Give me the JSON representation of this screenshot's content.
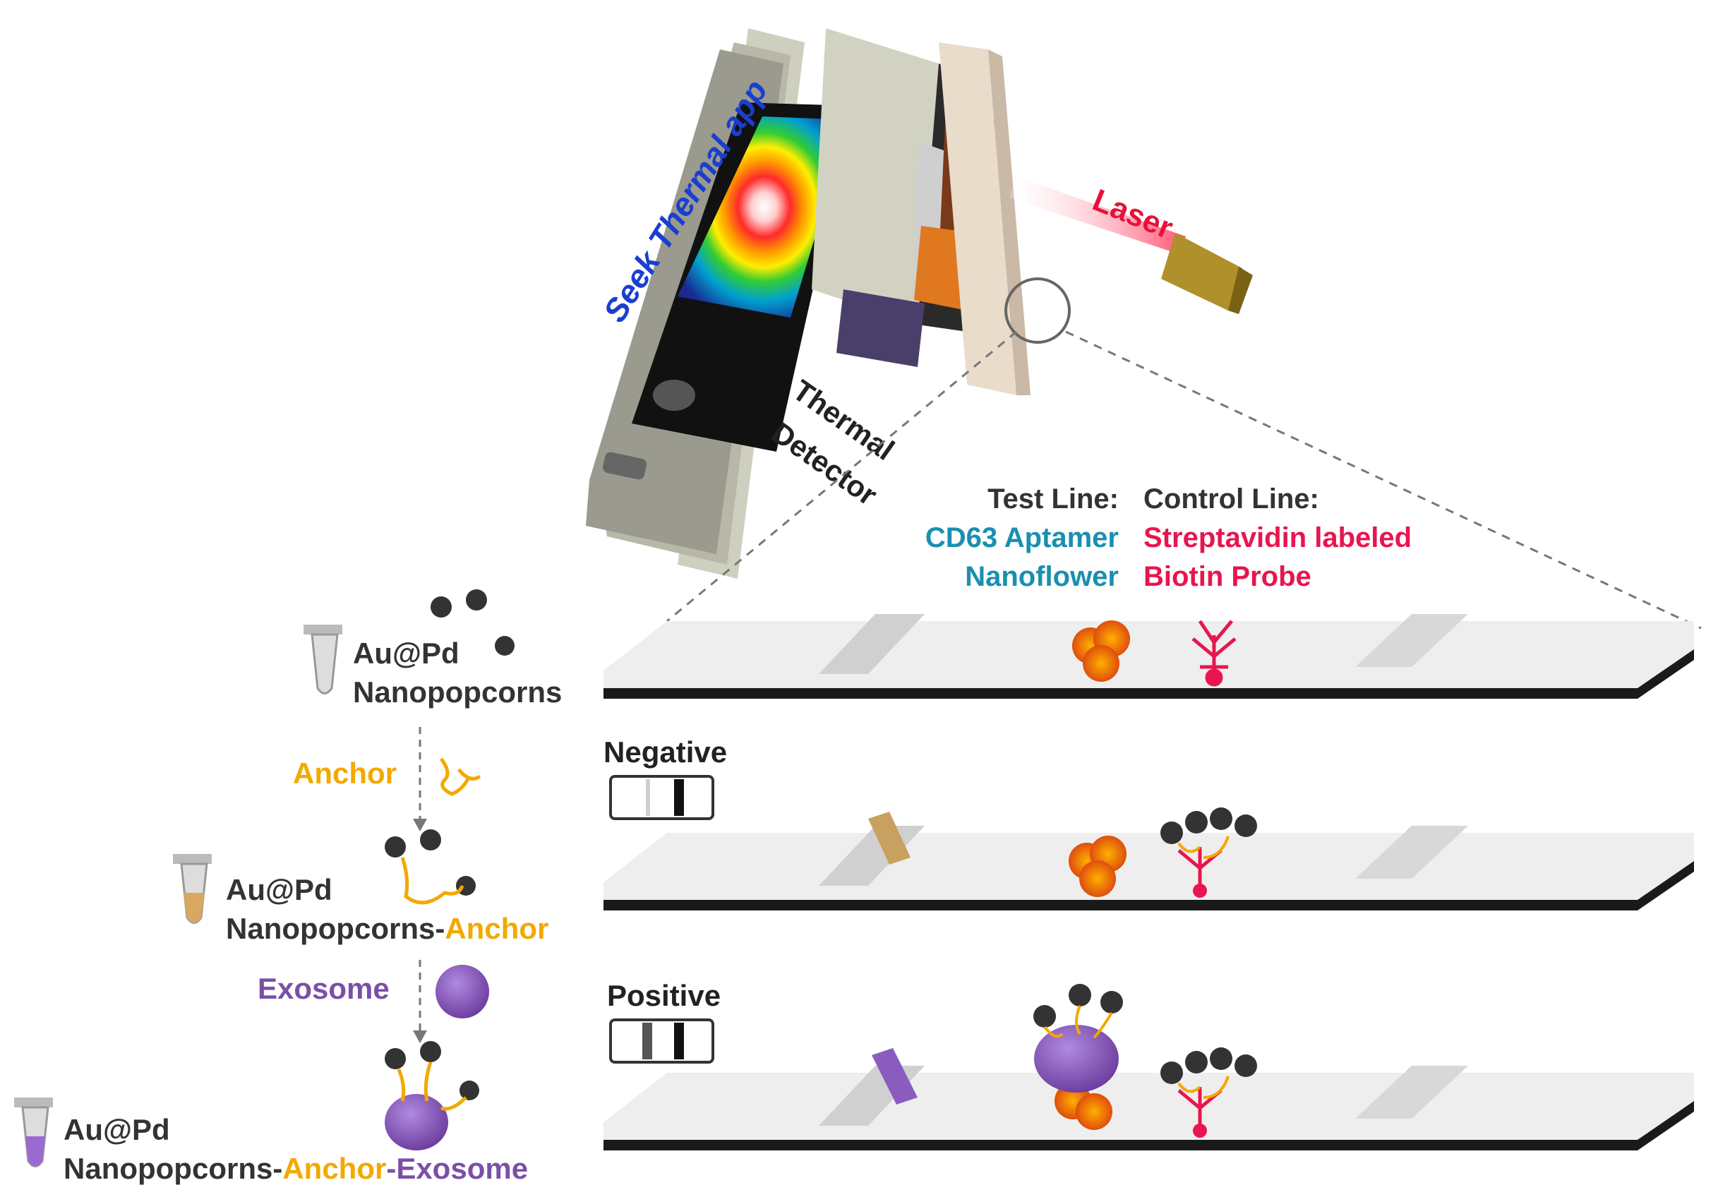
{
  "device": {
    "app_label": "Seek Thermal app",
    "detector_label_line1": "Thermal",
    "detector_label_line2": "Detector",
    "laser_label": "Laser"
  },
  "strip_labels": {
    "test_line_title": "Test Line:",
    "test_line_l1": "CD63 Aptamer",
    "test_line_l2": "Nanoflower",
    "control_line_title": "Control Line:",
    "control_line_l1": "Streptavidin labeled",
    "control_line_l2": "Biotin Probe"
  },
  "results": {
    "negative": "Negative",
    "positive": "Positive"
  },
  "steps": {
    "s1_l1": "Au@Pd",
    "s1_l2": "Nanopopcorns",
    "anchor": "Anchor",
    "s2_l1": "Au@Pd",
    "s2_l2a": "Nanopopcorns-",
    "s2_l2b": "Anchor",
    "exosome": "Exosome",
    "s3_l1": "Au@Pd",
    "s3_l2a": "Nanopopcorns-",
    "s3_l2b": "Anchor",
    "s3_l2c": "-Exosome"
  },
  "colors": {
    "anchor": "#f2a900",
    "exosome": "#7b4fa8",
    "test_line": "#1a8fb0",
    "control_line": "#e8154f",
    "app_label": "#1a3fcf",
    "laser_label": "#e8103a",
    "text": "#333333"
  }
}
